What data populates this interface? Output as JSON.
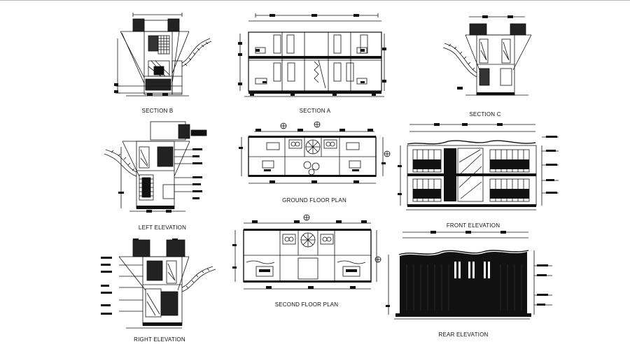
{
  "drawing": {
    "colors": {
      "line": "#111111",
      "dim": "#1a1a1a",
      "paper": "#ffffff"
    },
    "views": [
      {
        "id": "section_b",
        "label": "SECTION B"
      },
      {
        "id": "section_a",
        "label": "SECTION A"
      },
      {
        "id": "section_c",
        "label": "SECTION C"
      },
      {
        "id": "left_elevation",
        "label": "LEFT ELEVATION"
      },
      {
        "id": "ground_floor_plan",
        "label": "GROUND FLOOR PLAN"
      },
      {
        "id": "front_elevation",
        "label": "FRONT ELEVATION"
      },
      {
        "id": "right_elevation",
        "label": "RIGHT ELEVATION"
      },
      {
        "id": "second_floor_plan",
        "label": "SECOND FLOOR PLAN"
      },
      {
        "id": "rear_elevation",
        "label": "REAR ELEVATION"
      }
    ]
  }
}
